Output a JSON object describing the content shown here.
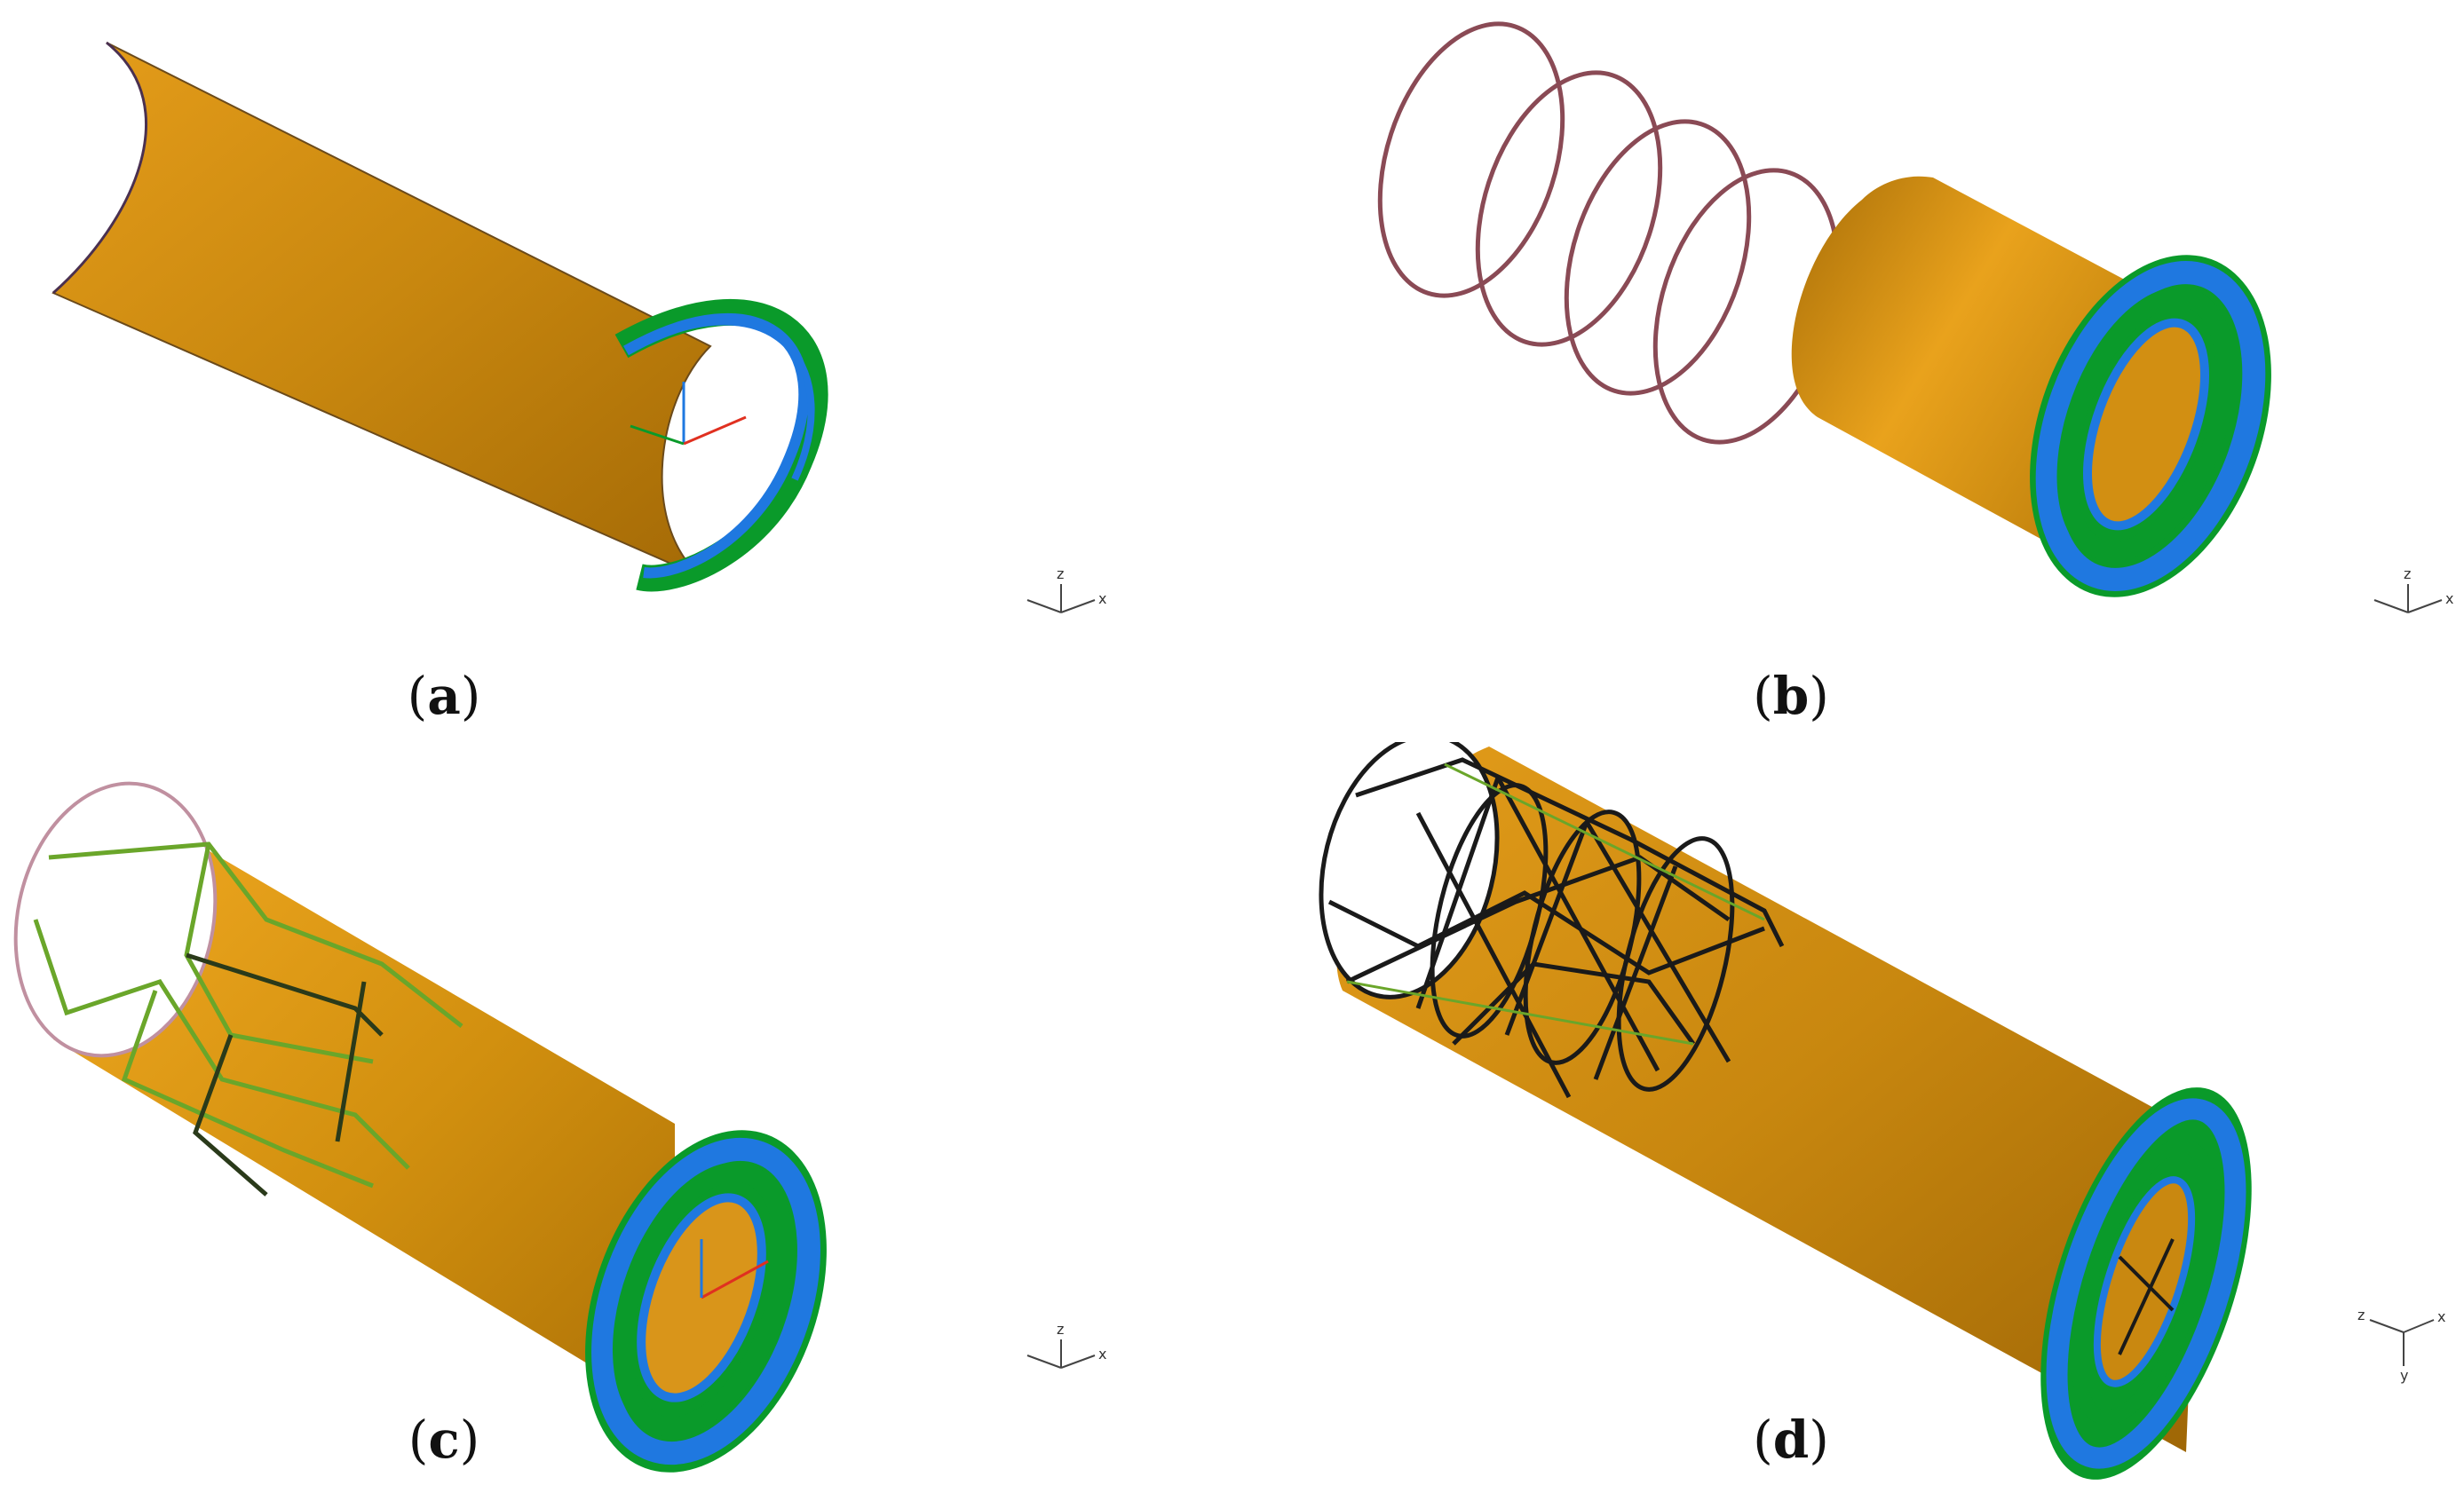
{
  "panels": [
    {
      "id": "a",
      "letter": "a",
      "open_paren": "(",
      "close_paren": ")"
    },
    {
      "id": "b",
      "letter": "b",
      "open_paren": "(",
      "close_paren": ")"
    },
    {
      "id": "c",
      "letter": "c",
      "open_paren": "(",
      "close_paren": ")"
    },
    {
      "id": "d",
      "letter": "d",
      "open_paren": "(",
      "close_paren": ")"
    }
  ],
  "triad": {
    "x": "x",
    "y": "y",
    "z": "z"
  },
  "colors": {
    "tube": "#c8870f",
    "tube_light": "#f0a81e",
    "tube_dark": "#a36c08",
    "coil_green": "#0a9a2a",
    "coil_blue": "#1f78e0",
    "rod_dark": "#1a1a1a",
    "rod_green": "#6aa62a",
    "ring": "#8a4a55",
    "background": "#ffffff"
  }
}
